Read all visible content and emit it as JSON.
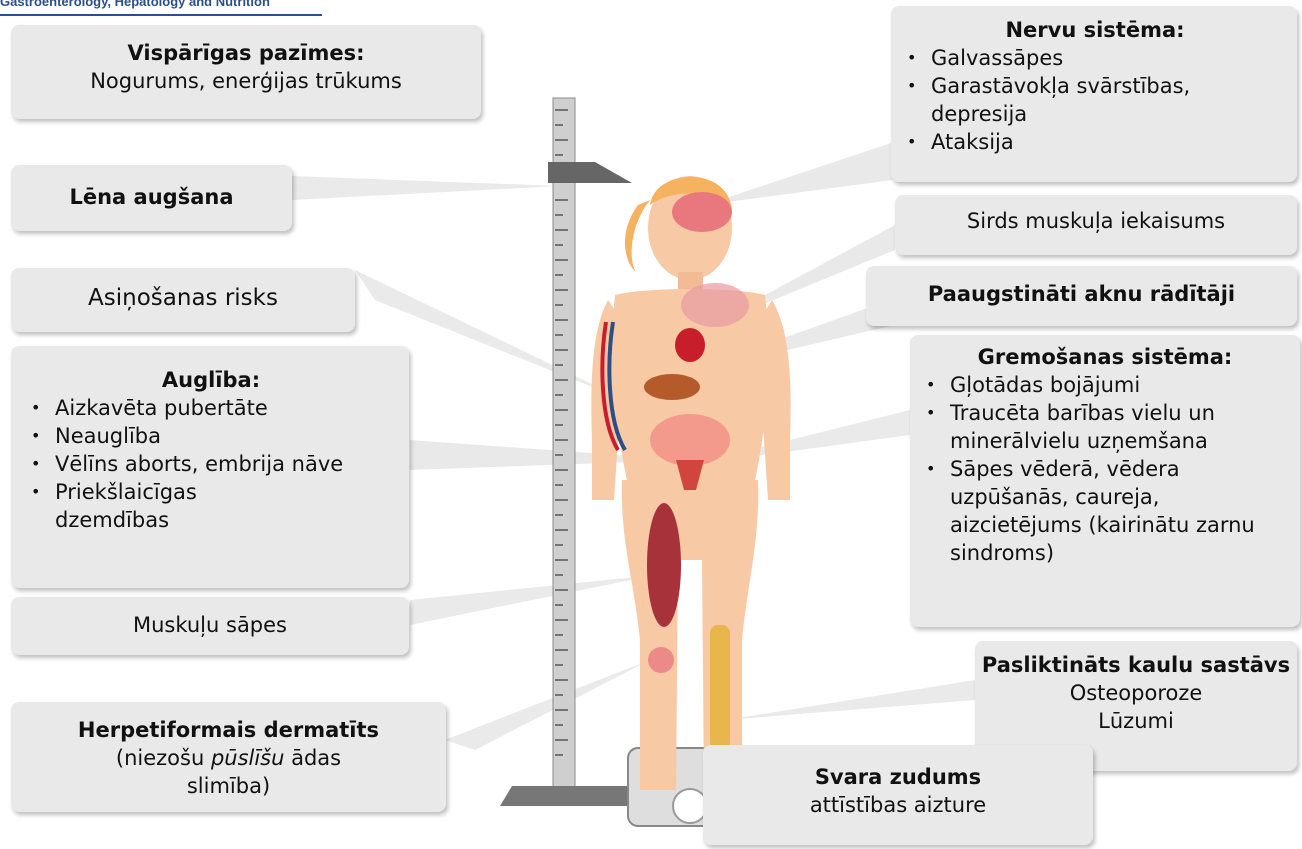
{
  "header": {
    "journal": "Gastroenterology, Hepatology and Nutrition"
  },
  "boxes": {
    "general": {
      "title": "Vispārīgas pazīmes:",
      "text": "Nogurums, enerģijas trūkums"
    },
    "growth": {
      "title": "Lēna augšana"
    },
    "bleeding": {
      "text": "Asiņošanas risks"
    },
    "fertility": {
      "title": "Auglība:",
      "items": [
        "Aizkavēta pubertāte",
        "Neauglība",
        "Vēlīns aborts, embrija nāve",
        "Priekšlaicīgas dzemdības"
      ]
    },
    "muscle": {
      "text": "Muskuļu sāpes"
    },
    "dermatitis": {
      "title": "Herpetiformais dermatīts",
      "text_before": "(niezošu ",
      "text_italic": "pūslīšu",
      "text_after": "  ādas slimība)"
    },
    "nervous": {
      "title": "Nervu sistēma:",
      "items": [
        "Galvassāpes",
        "Garastāvokļa svārstības, depresija",
        "Ataksija"
      ]
    },
    "heart": {
      "text": "Sirds muskuļa iekaisums"
    },
    "liver": {
      "title": "Paaugstināti aknu rādītāji"
    },
    "digestive": {
      "title": "Gremošanas sistēma:",
      "items": [
        "Gļotādas bojājumi",
        "Traucēta barības vielu un minerālvielu uzņemšana",
        "Sāpes vēderā, vēdera uzpūšanās, caureja, aizcietējums (kairinātu zarnu sindroms)"
      ]
    },
    "bone": {
      "title": "Pasliktināts kaulu sastāvs",
      "line1": "Osteoporoze",
      "line2": "Lūzumi"
    },
    "weight": {
      "title": "Svara zudums",
      "text": "attīstības aizture"
    }
  },
  "colors": {
    "box_bg": "#e9e9e9",
    "skin": "#f8c9a5",
    "hair": "#f5b25f",
    "brain": "#e9777e",
    "accent_text": "#2b4f86"
  }
}
